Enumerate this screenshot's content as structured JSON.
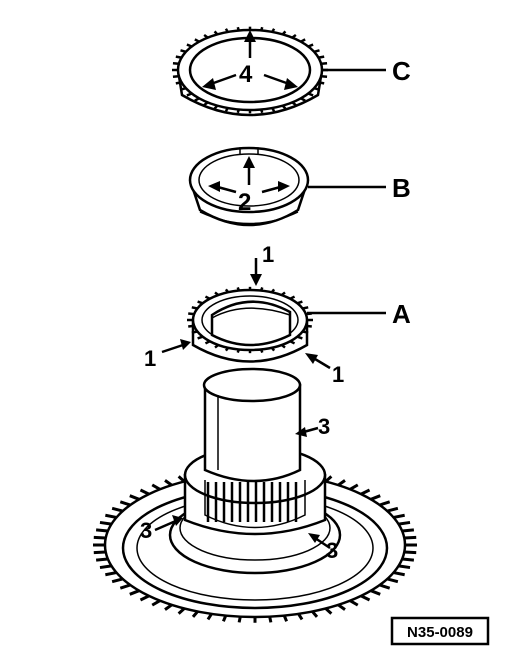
{
  "labels": {
    "a": "A",
    "b": "B",
    "c": "C"
  },
  "inner_numbers": {
    "c": "4",
    "b": "2"
  },
  "callouts": {
    "one_top": "1",
    "one_left": "1",
    "one_right": "1",
    "three_right": "3",
    "three_left": "3",
    "three_bottom": "3"
  },
  "reference_code": "N35-0089"
}
